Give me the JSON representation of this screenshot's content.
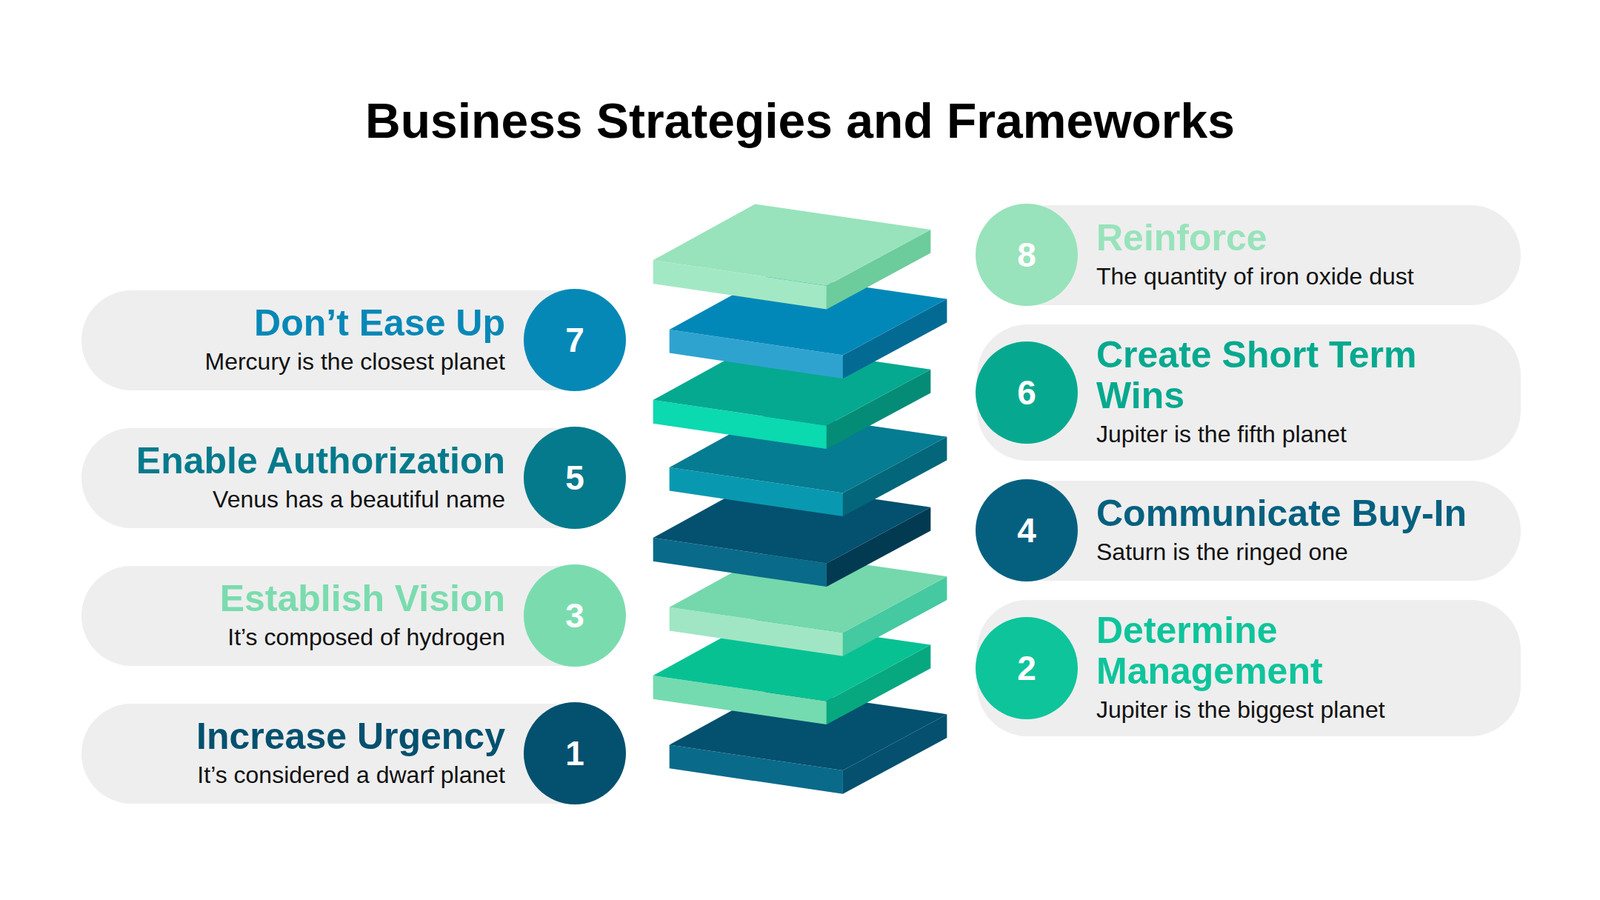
{
  "diagram": {
    "title": "Business Strategies and Frameworks",
    "nodes": [
      {
        "text": [
          "Increase Urgency",
          "It’s considered a dwarf planet"
        ]
      },
      {
        "text": [
          "1"
        ],
        "in": 0
      },
      {
        "text": [
          "Determine Management",
          "Jupiter is the biggest planet"
        ]
      },
      {
        "text": [
          "2"
        ],
        "in": 2
      },
      {
        "text": [
          "Establish Vision",
          "It’s composed of hydrogen"
        ]
      },
      {
        "text": [
          "3"
        ],
        "in": 4
      },
      {
        "text": [
          "Communicate Buy-In",
          "Saturn is the ringed one"
        ]
      },
      {
        "text": [
          "4"
        ],
        "in": 6
      },
      {
        "text": [
          "Enable Authorization",
          "Venus has a beautiful name"
        ]
      },
      {
        "text": [
          "5"
        ],
        "in": 8
      },
      {
        "text": [
          "Create Short Term Wins",
          "Jupiter is the fifth planet"
        ]
      },
      {
        "text": [
          "6"
        ],
        "in": 10
      },
      {
        "text": [
          "Don’t Ease Up",
          "Mercury is the closest planet"
        ]
      },
      {
        "text": [
          "7"
        ],
        "in": 12
      },
      {
        "text": [
          "Reinforce",
          "The quantity of iron oxide dust"
        ]
      },
      {
        "text": [
          "8"
        ],
        "in": 14
      }
    ]
  }
}
